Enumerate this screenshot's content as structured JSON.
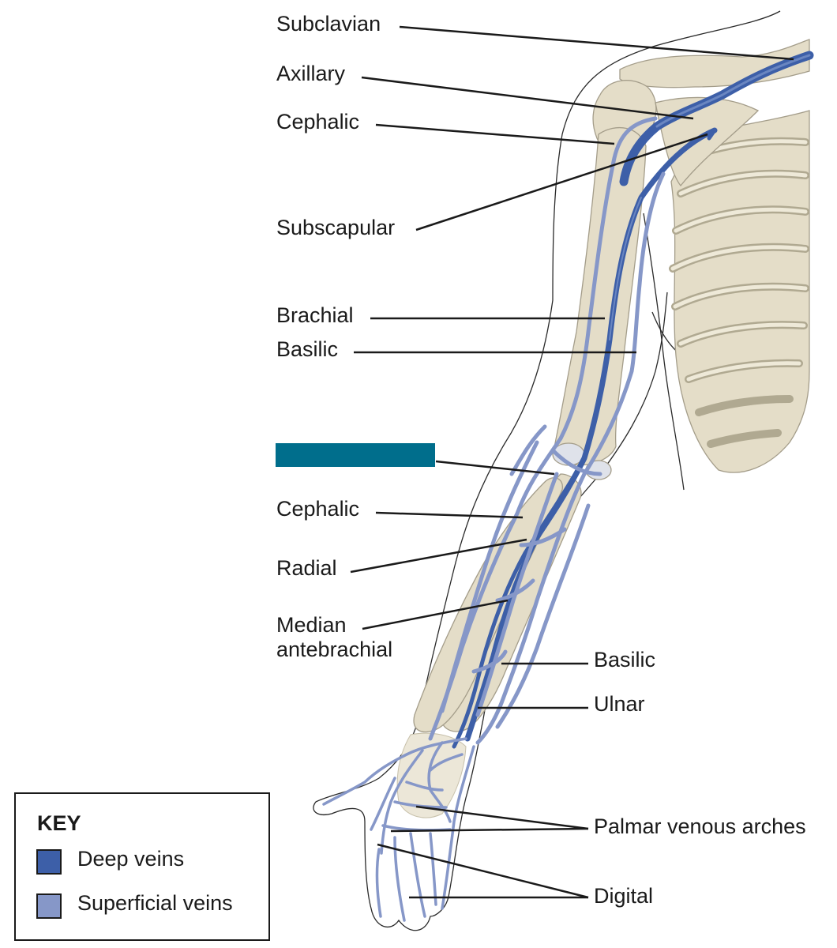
{
  "colors": {
    "deep_vein": "#3d5fa8",
    "superficial_vein": "#8697c8",
    "bone": "#e4ddc8",
    "bone_outline": "#a49d8a",
    "masked_label_fill": "#006e8c",
    "leader_line": "#1a1a1a"
  },
  "labels": {
    "subclavian": "Subclavian",
    "axillary": "Axillary",
    "cephalic_upper": "Cephalic",
    "subscapular": "Subscapular",
    "brachial": "Brachial",
    "basilic_upper": "Basilic",
    "cephalic_forearm": "Cephalic",
    "radial": "Radial",
    "median_antebrachial": "Median antebrachial",
    "basilic_forearm": "Basilic",
    "ulnar": "Ulnar",
    "palmar_venous_arches": "Palmar venous arches",
    "digital": "Digital"
  },
  "key": {
    "title": "KEY",
    "items": [
      {
        "label": "Deep veins",
        "color": "#3d5fa8"
      },
      {
        "label": "Superficial veins",
        "color": "#8697c8"
      }
    ]
  }
}
